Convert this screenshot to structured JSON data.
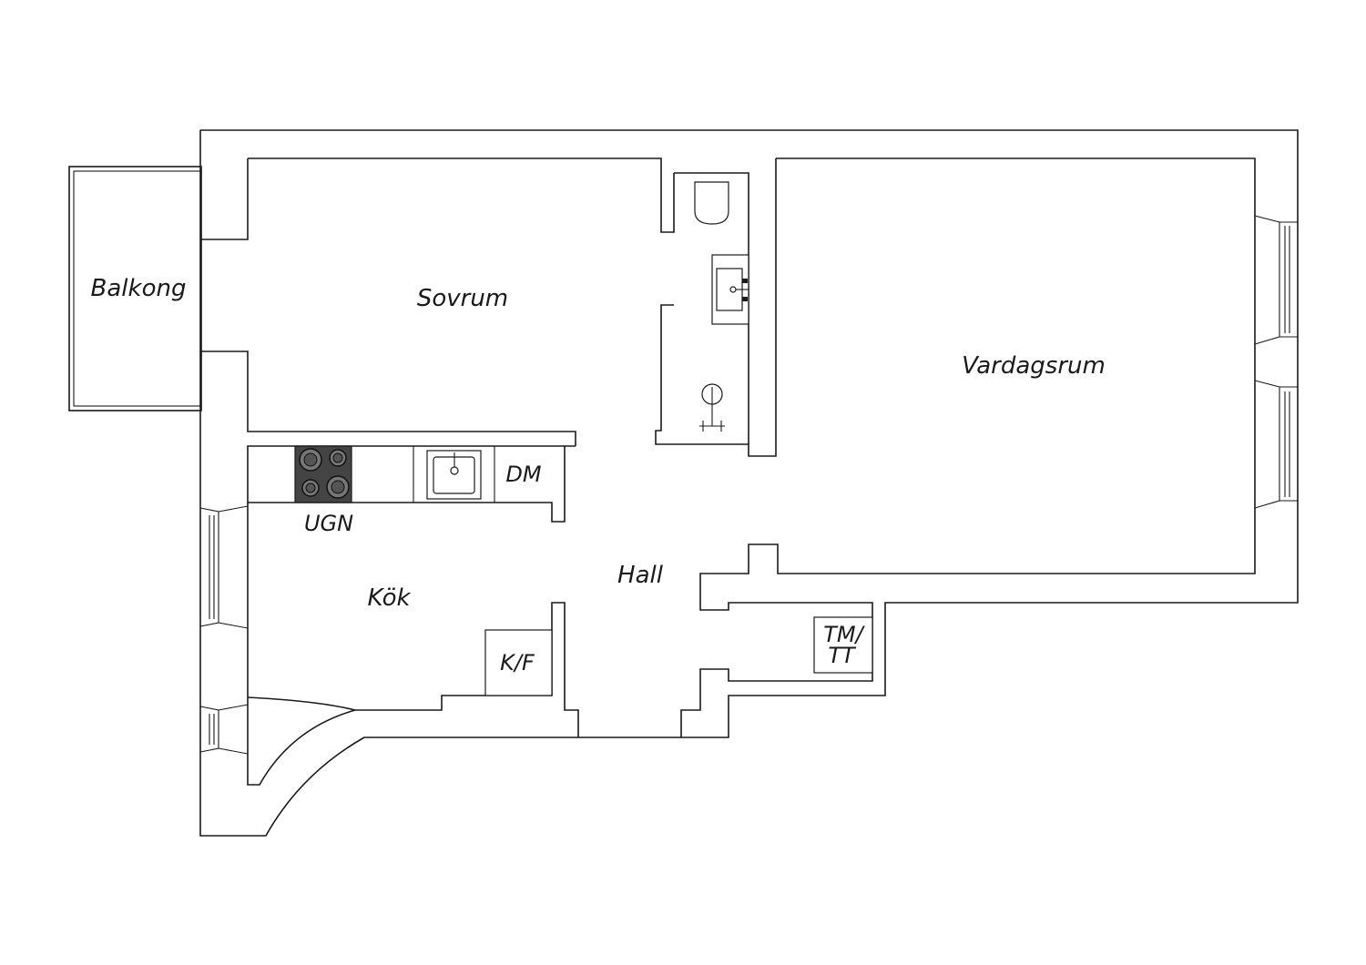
{
  "rooms": {
    "balcony": "Balkong",
    "bedroom": "Sovrum",
    "living_room": "Vardagsrum",
    "kitchen": "Kök",
    "hall": "Hall"
  },
  "fixtures": {
    "dishwasher": "DM",
    "oven": "UGN",
    "fridge_freezer": "K/F",
    "washer_dryer_line1": "TM/",
    "washer_dryer_line2": "TT"
  }
}
